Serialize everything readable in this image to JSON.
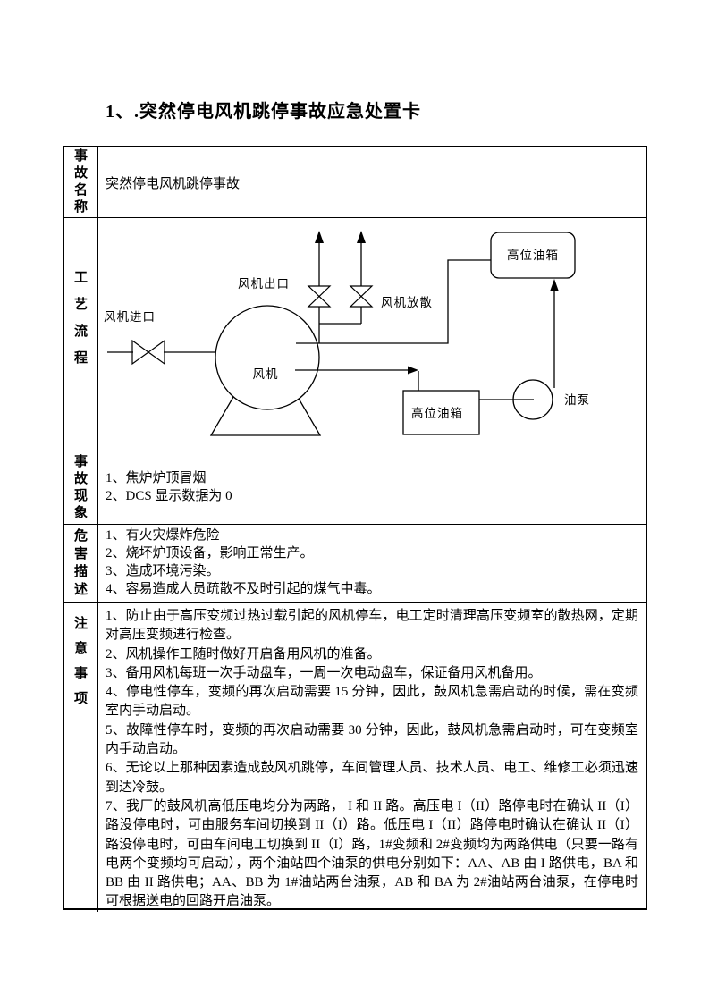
{
  "page": {
    "title": "1、.突然停电风机跳停事故应急处置卡"
  },
  "table": {
    "rows": [
      {
        "header": "事故名称",
        "content": "突然停电风机跳停事故"
      },
      {
        "header": "工艺流程"
      },
      {
        "header": "事故现象",
        "lines": [
          "1、焦炉炉顶冒烟",
          "2、DCS 显示数据为 0"
        ]
      },
      {
        "header": "危害描述",
        "lines": [
          "1、有火灾爆炸危险",
          "2、烧坏炉顶设备，影响正常生产。",
          "3、造成环境污染。",
          "4、容易造成人员疏散不及时引起的煤气中毒。"
        ]
      },
      {
        "header": "注意事项",
        "lines": [
          "1、防止由于高压变频过热过载引起的风机停车，电工定时清理高压变频室的散热网，定期对高压变频进行检查。",
          "2、风机操作工随时做好开启备用风机的准备。",
          "3、备用风机每班一次手动盘车，一周一次电动盘车，保证备用风机备用。",
          "4、停电性停车，变频的再次启动需要 15 分钟，因此，鼓风机急需启动的时候，需在变频室内手动启动。",
          "5、故障性停车时，变频的再次启动需要 30 分钟，因此，鼓风机急需启动时，可在变频室内手动启动。",
          "6、无论以上那种因素造成鼓风机跳停，车间管理人员、技术人员、电工、维修工必须迅速到达冷鼓。",
          "7、我厂的鼓风机高低压电均分为两路， I 和 II 路。高压电 I（II）路停电时在确认 II（I）路没停电时，可由服务车间切换到 II（I）路。低压电 I（II）路停电时确认在确认 II（I）路没停电时，可由车间电工切换到 II（I）路，1#变频和 2#变频均为两路供电（只要一路有电两个变频均可启动），两个油站四个油泵的供电分别如下：AA、AB 由 I 路供电，BA 和 BB 由 II 路供电；AA、BB 为 1#油站两台油泵，AB 和 BA 为 2#油站两台油泵，在停电时可根据送电的回路开启油泵。"
        ]
      }
    ]
  },
  "diagram": {
    "labels": {
      "fan_inlet": "风机进口",
      "fan_outlet": "风机出口",
      "fan_vent": "风机放散",
      "fan": "风机",
      "top_oil_tank": "高位油箱",
      "bottom_oil_tank": "高位油箱",
      "oil_pump": "油泵"
    }
  }
}
